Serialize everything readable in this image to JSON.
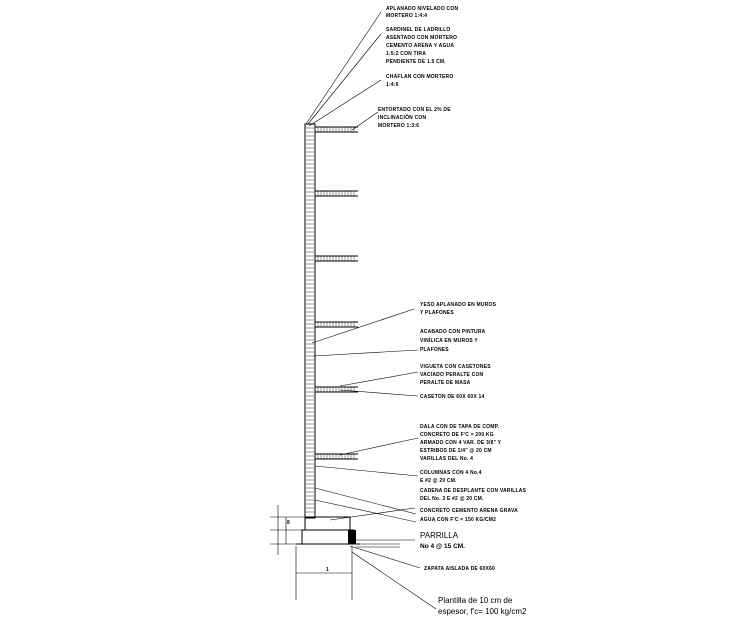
{
  "notes": [
    {
      "id": "aplanado",
      "lines": [
        "APLANADO NIVELADO CON",
        "MORTERO 1:4:4"
      ]
    },
    {
      "id": "sardinel",
      "lines": [
        "SARDINEL DE LADRILLO",
        "ASENTADO CON MORTERO",
        "CEMENTO ARENA Y AGUA",
        "1:5:2 CON TIRA",
        "PENDIENTE DE 1.5 CM."
      ]
    },
    {
      "id": "chaflan",
      "lines": [
        "CHAFLAN CON MORTERO",
        "1:4:6"
      ]
    },
    {
      "id": "entortado",
      "lines": [
        "ENTORTADO CON EL 2% DE",
        "INCLINACIÓN CON",
        "MORTERO 1:3:6"
      ]
    },
    {
      "id": "yeso",
      "lines": [
        "YESO APLANADO EN MUROS",
        "Y PLAFONES"
      ]
    },
    {
      "id": "acabado",
      "lines": [
        "ACABADO CON PINTURA",
        "VINÍLICA EN MUROS Y",
        "PLAFONES"
      ]
    },
    {
      "id": "vigueta",
      "lines": [
        "VIGUETA CON CASETONES",
        "VACIADO PERALTE CON",
        "PERALTE DE MASA"
      ]
    },
    {
      "id": "casetones",
      "lines": [
        "CASETON DE 60X 60X 14"
      ]
    },
    {
      "id": "dala",
      "lines": [
        "DALA CON DE TAPA DE COMP.",
        "CONCRETO DE F'C = 200 KG",
        "ARMADO CON 4 VAR. DE 3/8\" Y",
        "ESTRIBOS DE 1/4\" @ 20 CM",
        "VARILLAS DEL No. 4"
      ]
    },
    {
      "id": "columnas",
      "lines": [
        "COLUMNAS CON 4 No.4",
        "E #2 @ 20 CM."
      ]
    },
    {
      "id": "cadena",
      "lines": [
        "CADENA DE DESPLANTE CON VARILLAS",
        "DEL No. 3 E #2 @ 20 CM."
      ]
    },
    {
      "id": "concreto",
      "lines": [
        "CONCRETO CEMENTO ARENA GRAVA",
        "AGUA CON F'C = 150 KG/CM2"
      ]
    },
    {
      "id": "parrilla",
      "lines": [
        "PARRILLA",
        "No 4 @ 15 CM."
      ]
    },
    {
      "id": "zapata",
      "lines": [
        "ZAPATA AISLADA DE 60X60"
      ]
    },
    {
      "id": "plantilla",
      "lines": [
        "Plantilla de 10 cm de",
        "espesor, f'c= 100 kg/cm2"
      ]
    }
  ],
  "dimensions": {
    "footing_height": "8",
    "footing_width": "1"
  }
}
